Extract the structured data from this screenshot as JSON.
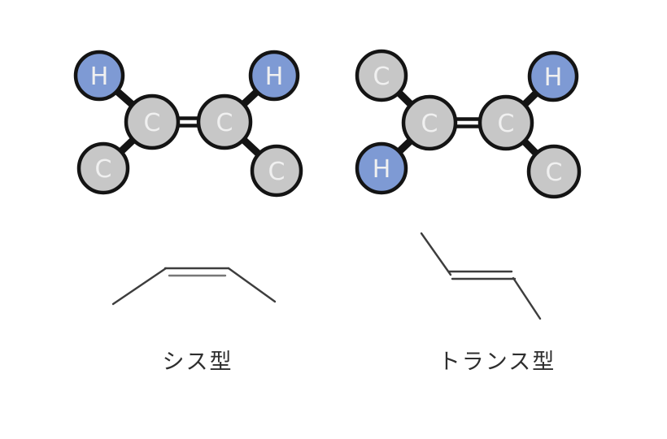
{
  "colors": {
    "hydrogen_fill": "#7E9AD4",
    "carbon_fill": "#C7C7C7",
    "atom_outline": "#141414",
    "bond": "#141414",
    "atom_symbol": "#F0F0F0",
    "skeletal_line": "#3D3D3D",
    "skeletal_line_light": "#777777",
    "caption": "#2E2E2E"
  },
  "molecules": {
    "cis": {
      "caption": "シス型",
      "atoms": [
        {
          "position": "top-left",
          "symbol": "H"
        },
        {
          "position": "top-right",
          "symbol": "H"
        },
        {
          "position": "center-left",
          "symbol": "C"
        },
        {
          "position": "center-right",
          "symbol": "C"
        },
        {
          "position": "bottom-left",
          "symbol": "C"
        },
        {
          "position": "bottom-right",
          "symbol": "C"
        }
      ]
    },
    "trans": {
      "caption": "トランス型",
      "atoms": [
        {
          "position": "top-left",
          "symbol": "C"
        },
        {
          "position": "top-right",
          "symbol": "H"
        },
        {
          "position": "center-left",
          "symbol": "C"
        },
        {
          "position": "center-right",
          "symbol": "C"
        },
        {
          "position": "bottom-left",
          "symbol": "H"
        },
        {
          "position": "bottom-right",
          "symbol": "C"
        }
      ]
    }
  }
}
